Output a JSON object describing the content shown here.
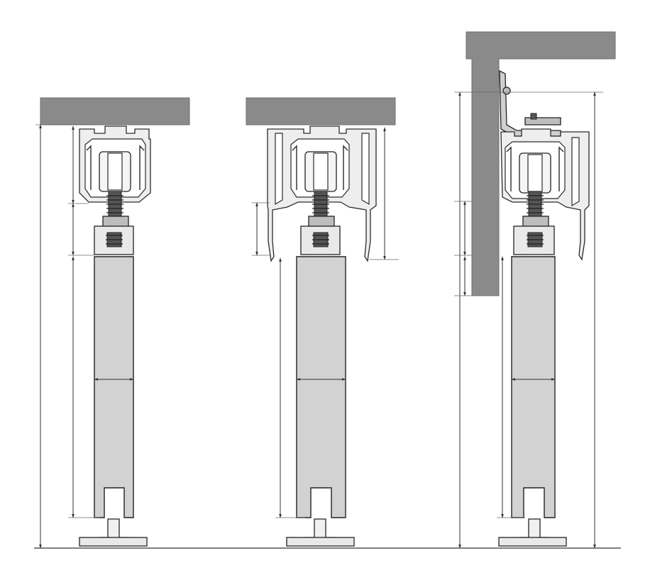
{
  "diagram": {
    "panels": [
      {
        "id": "variant-a",
        "mount": "ceiling"
      },
      {
        "id": "variant-b",
        "mount": "ceiling-with-side-profile"
      },
      {
        "id": "variant-c",
        "mount": "wall-bracket"
      }
    ],
    "colors": {
      "wall": "#8a8a8a",
      "door": "#d2d2d2",
      "line": "#2b2b2b",
      "background": "#ffffff"
    }
  }
}
